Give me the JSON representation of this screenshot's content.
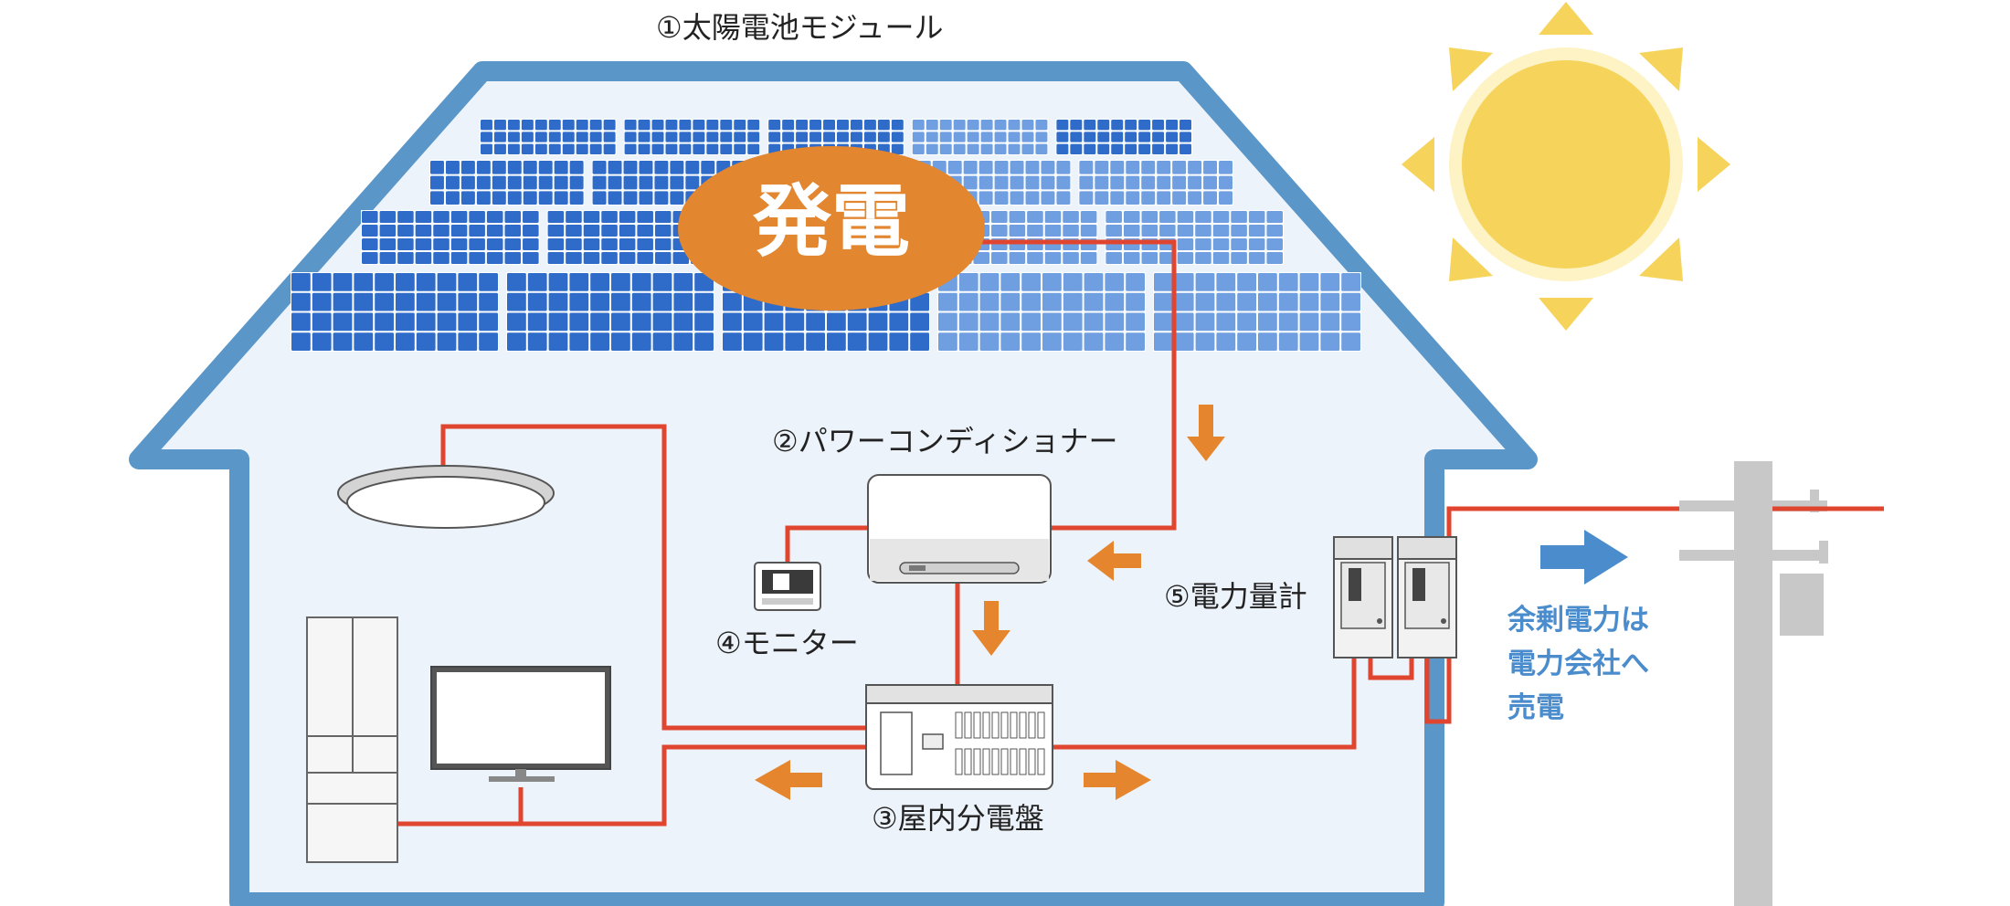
{
  "labels": {
    "solar_module": "①太陽電池モジュール",
    "power_conditioner": "②パワーコンディショナー",
    "distribution_board": "③屋内分電盤",
    "monitor": "④モニター",
    "power_meter": "⑤電力量計"
  },
  "generation_badge": "発電",
  "sell_note": [
    "余剰電力は",
    "電力会社へ",
    "売電"
  ],
  "colors": {
    "house_outline": "#5a96c8",
    "house_fill": "#edf3fa",
    "solar_cell": "#2f6cc9",
    "wire": "#e0462f",
    "flow_arrow": "#e5862e",
    "sell_arrow": "#4a8ccc",
    "sun": "#f6d35b",
    "badge": "#e2862f"
  },
  "icons": [
    "sun-icon",
    "ceiling-light-icon",
    "refrigerator-icon",
    "television-icon",
    "utility-pole-icon"
  ]
}
